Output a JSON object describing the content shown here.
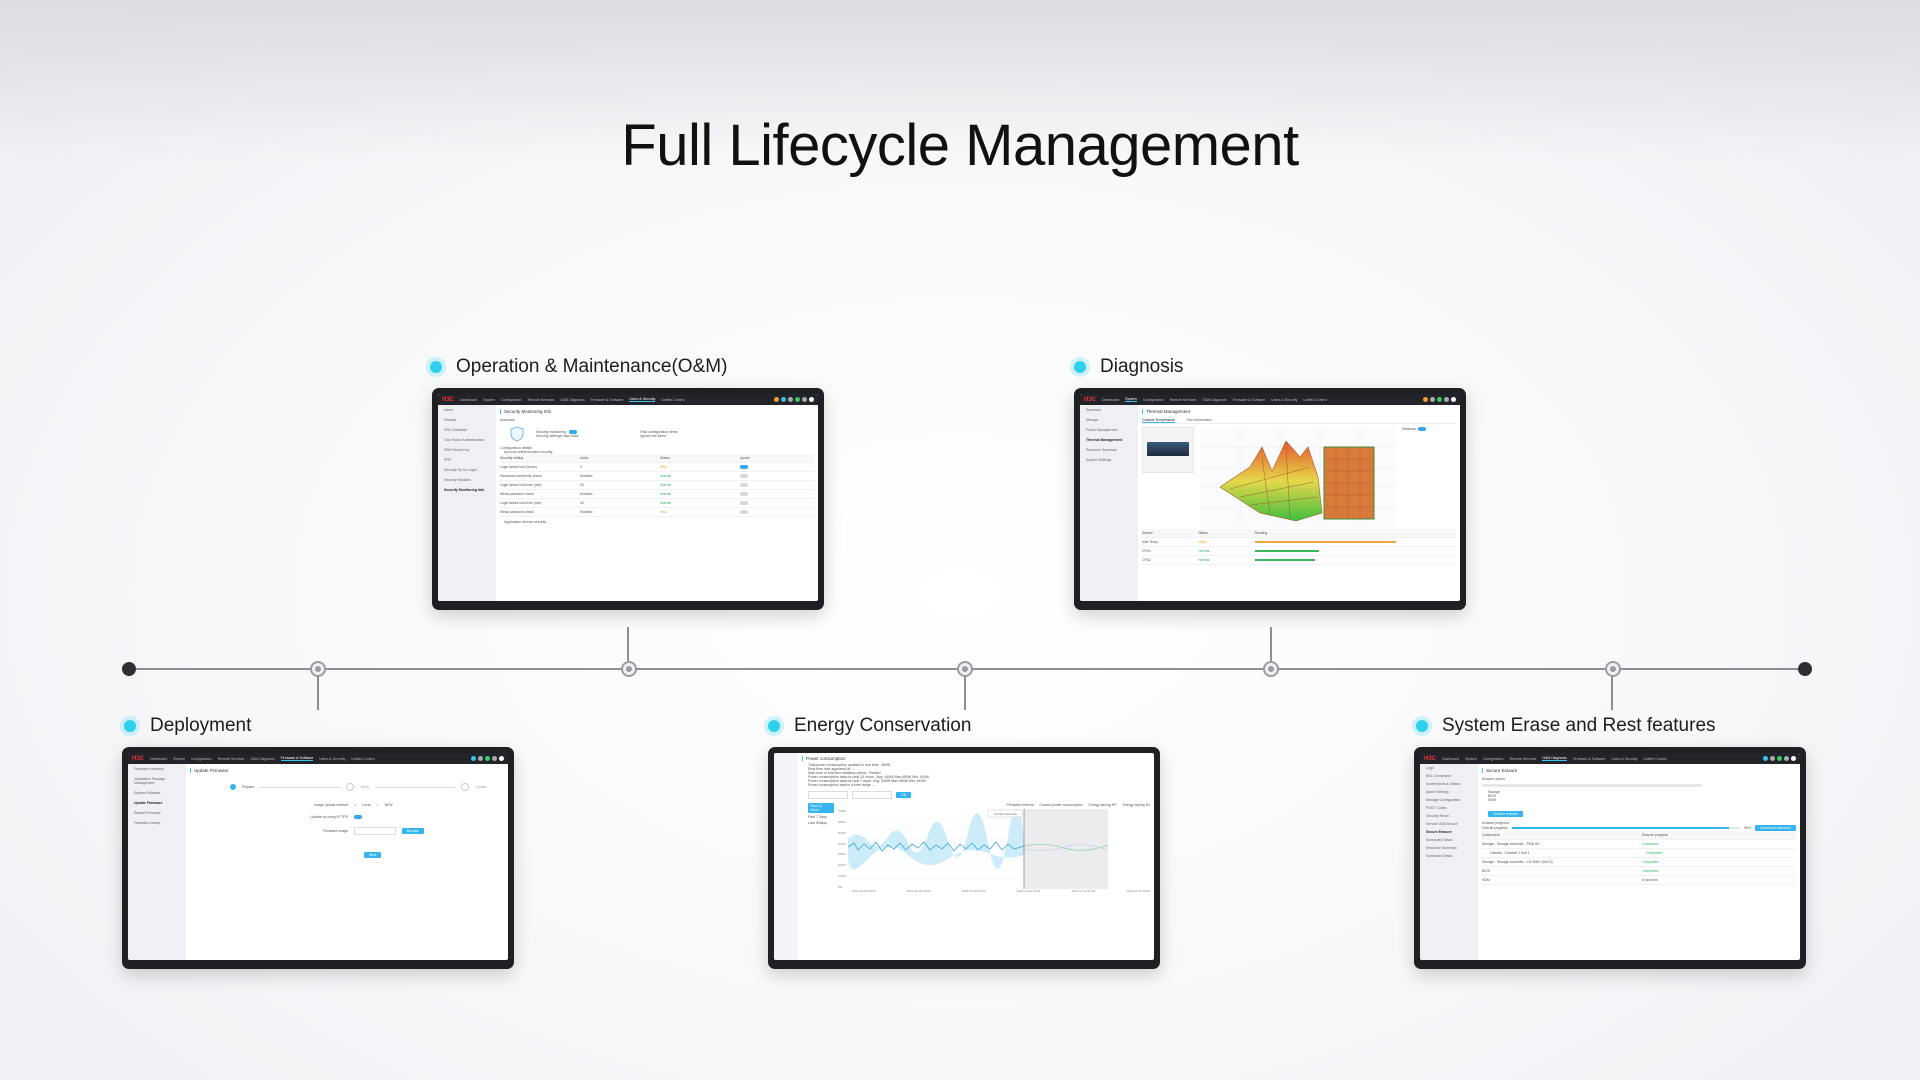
{
  "title": "Full Lifecycle Management",
  "accent_color": "#2fd0ee",
  "features": {
    "om": {
      "label": "Operation & Maintenance(O&M)",
      "screen": {
        "brand": "H3C",
        "nav": [
          "Dashboard",
          "System",
          "Configuration",
          "Remote Services",
          "O&M Diagnosis",
          "Firmware & Software",
          "Users & Security",
          "Unified Control"
        ],
        "active_nav": "Users & Security",
        "sidebar": [
          "Users",
          "Firewall",
          "SSL Certificate",
          "Two-Factor Authentication",
          "SSH Secret Key",
          "PFR",
          "Security Tip for Login",
          "Security Modules",
          "Security Monitoring Info"
        ],
        "page_title": "Security Monitoring Info",
        "summary": "Summary",
        "monitoring": "Security monitoring",
        "settings_risks": "Security settings have risks",
        "risk_config": "Risk configuration items",
        "ignore_risk": "Ignore risk items",
        "config_details": "Configuration details",
        "account_group": "Account authentication security",
        "columns": [
          "Security setting",
          "Value",
          "Status",
          "Ignore"
        ],
        "rows": [
          [
            "Login failure lock (times)",
            "0",
            "Risk"
          ],
          [
            "Password complexity check",
            "Enabled",
            "Normal"
          ],
          [
            "Login failure lock time (min)",
            "30",
            "Normal"
          ],
          [
            "Weak password check",
            "Enabled",
            "Normal"
          ],
          [
            "Login failure lock time (min)",
            "30",
            "Normal"
          ],
          [
            "Weak password check",
            "Enabled",
            "Risk"
          ]
        ],
        "app_group": "Application service security"
      }
    },
    "diagnosis": {
      "label": "Diagnosis",
      "screen": {
        "brand": "H3C",
        "nav": [
          "Dashboard",
          "System",
          "Configuration",
          "Remote Services",
          "O&M Diagnosis",
          "Firmware & Software",
          "Users & Security",
          "Unified Control"
        ],
        "active_nav": "System",
        "sidebar": [
          "Summary",
          "Storage",
          "Power Management",
          "Thermal Management",
          "Resource Summary",
          "System Settings"
        ],
        "page_title": "Thermal Management",
        "tabs": [
          "Chassis Temperature",
          "Fan Information"
        ],
        "heat_label": "Heatmap",
        "columns": [
          "Sensor",
          "Status",
          "Reading"
        ],
        "rows": [
          [
            "Inlet Temp",
            "Major"
          ],
          [
            "CPU1",
            "Normal"
          ],
          [
            "CPU2",
            "Normal"
          ]
        ]
      }
    },
    "deployment": {
      "label": "Deployment",
      "screen": {
        "brand": "H3C",
        "nav": [
          "Dashboard",
          "System",
          "Configuration",
          "Remote Services",
          "O&M Diagnosis",
          "Firmware & Software",
          "Users & Security",
          "Unified Control"
        ],
        "active_nav": "Firmware & Software",
        "sidebar": [
          "Firmware Inventory",
          "Installation Package Management",
          "System Software",
          "Update Firmware",
          "Restart Firmware",
          "Firmware Library"
        ],
        "page_title": "Update Firmware",
        "steps": [
          "Prepare",
          "Verify",
          "Update"
        ],
        "upload_method": "Image upload method",
        "options": [
          "Local",
          "NFW"
        ],
        "use_https": "Update by using HTTPS",
        "image_label": "Firmware image",
        "browse": "Browse",
        "next": "Next"
      }
    },
    "energy": {
      "label": "Energy Conservation",
      "screen": {
        "section": "Power consumption",
        "lines": [
          "Total power consumption updated in real time : 450W",
          "Real time max appeared at : --",
          "Start time of real time statistics period : Restart",
          "Power consumption data for past 24 hours : Avg: 440W  Max:450W  Min: 440W",
          "Power consumption data for past 7 days : Avg: 440W  Max:450W  Min: 440W",
          "Power consumption data in a time range : --"
        ],
        "ok": "OK",
        "range_tabs": [
          "Past 24 Hours",
          "Past 7 Days",
          "Last 30days"
        ],
        "legend": [
          "Predicted interval",
          "Current power consumption",
          "Energy saving HP",
          "Energy saving Hz"
        ],
        "current_time": "Current time Line",
        "y_ticks": [
          "700W",
          "600W",
          "500W",
          "400W",
          "300W",
          "200W",
          "100W",
          "0W"
        ],
        "x_ticks": [
          "2022-10-20 08:00",
          "2022-10-20 18:00",
          "2022-10-20 12:00",
          "2022-10-20 18:00",
          "2022-10-21 00:00",
          "2022-10-21 06:00"
        ]
      }
    },
    "erase": {
      "label": "System Erase and Rest features",
      "screen": {
        "brand": "H3C",
        "nav": [
          "Dashboard",
          "System",
          "Configuration",
          "Remote Services",
          "O&M Diagnosis",
          "Firmware & Software",
          "Users & Security",
          "Unified Control"
        ],
        "active_nav": "O&M Diagnosis",
        "sidebar": [
          "Logs",
          "BSL Connection",
          "Screenshots & Videos",
          "Alarm Settings",
          "Manage Configuration",
          "POST Codes",
          "Security Reset",
          "Service USB Device",
          "Secure Erasure",
          "Scheduled Tasks",
          "Resource Summary",
          "Scheduled Tasks"
        ],
        "page_title": "Secure Erasure",
        "option": "Erasure option",
        "items": [
          "Storage",
          "BIOS",
          "HDM"
        ],
        "confirm": "Confirm erasure",
        "progress": "Erasure progress",
        "overall": "Overall progress",
        "percent": "95%",
        "download": "Download Inventory",
        "columns": [
          "Component",
          "Erasure progress"
        ],
        "rows": [
          [
            "Storage - Storage controller - PMA HD",
            "Completed"
          ],
          [
            "Cabrilla - Channel 1 Slot 1",
            "Completed"
          ],
          [
            "Storage - Storage controller - LSI RAID (Slot 3)",
            "Completed"
          ],
          [
            "BIOS",
            "Completed"
          ],
          [
            "HDM",
            "In process"
          ]
        ]
      }
    }
  }
}
